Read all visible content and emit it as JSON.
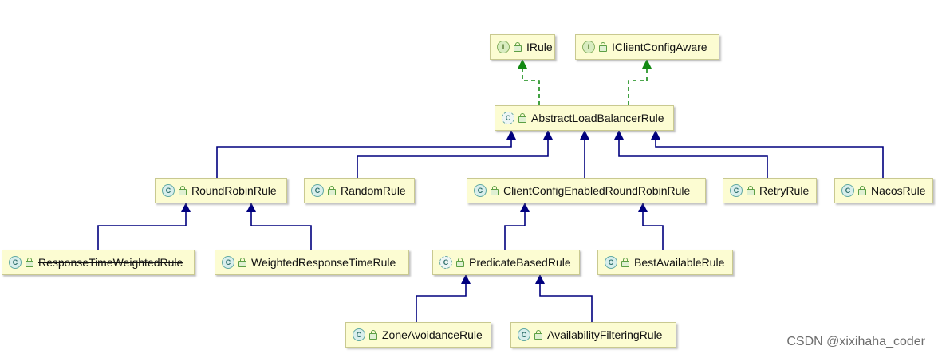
{
  "diagram": {
    "nodes": {
      "irule": {
        "label": "IRule",
        "kind": "interface",
        "kind_letter": "I"
      },
      "iclientconfigaware": {
        "label": "IClientConfigAware",
        "kind": "interface",
        "kind_letter": "I"
      },
      "abstractloadbalancerrule": {
        "label": "AbstractLoadBalancerRule",
        "kind": "abstract-class",
        "kind_letter": "C"
      },
      "roundrobinrule": {
        "label": "RoundRobinRule",
        "kind": "class",
        "kind_letter": "C"
      },
      "randomrule": {
        "label": "RandomRule",
        "kind": "class",
        "kind_letter": "C"
      },
      "clientconfigenabledroundrobinrule": {
        "label": "ClientConfigEnabledRoundRobinRule",
        "kind": "class",
        "kind_letter": "C"
      },
      "retryrule": {
        "label": "RetryRule",
        "kind": "class",
        "kind_letter": "C"
      },
      "nacosrule": {
        "label": "NacosRule",
        "kind": "class",
        "kind_letter": "C"
      },
      "responsetimeweightedrule": {
        "label": "ResponseTimeWeightedRule",
        "kind": "class",
        "kind_letter": "C",
        "deprecated": true
      },
      "weightedresponsetimerule": {
        "label": "WeightedResponseTimeRule",
        "kind": "class",
        "kind_letter": "C"
      },
      "predicatebasedrule": {
        "label": "PredicateBasedRule",
        "kind": "abstract-class",
        "kind_letter": "C"
      },
      "bestavailablerule": {
        "label": "BestAvailableRule",
        "kind": "class",
        "kind_letter": "C"
      },
      "zoneavoidancerule": {
        "label": "ZoneAvoidanceRule",
        "kind": "class",
        "kind_letter": "C"
      },
      "availabilityfilteringrule": {
        "label": "AvailabilityFilteringRule",
        "kind": "class",
        "kind_letter": "C"
      }
    },
    "edges": [
      {
        "from": "abstractloadbalancerrule",
        "to": "irule",
        "type": "implements"
      },
      {
        "from": "abstractloadbalancerrule",
        "to": "iclientconfigaware",
        "type": "implements"
      },
      {
        "from": "roundrobinrule",
        "to": "abstractloadbalancerrule",
        "type": "extends"
      },
      {
        "from": "randomrule",
        "to": "abstractloadbalancerrule",
        "type": "extends"
      },
      {
        "from": "clientconfigenabledroundrobinrule",
        "to": "abstractloadbalancerrule",
        "type": "extends"
      },
      {
        "from": "retryrule",
        "to": "abstractloadbalancerrule",
        "type": "extends"
      },
      {
        "from": "nacosrule",
        "to": "abstractloadbalancerrule",
        "type": "extends"
      },
      {
        "from": "responsetimeweightedrule",
        "to": "roundrobinrule",
        "type": "extends"
      },
      {
        "from": "weightedresponsetimerule",
        "to": "roundrobinrule",
        "type": "extends"
      },
      {
        "from": "predicatebasedrule",
        "to": "clientconfigenabledroundrobinrule",
        "type": "extends"
      },
      {
        "from": "bestavailablerule",
        "to": "clientconfigenabledroundrobinrule",
        "type": "extends"
      },
      {
        "from": "zoneavoidancerule",
        "to": "predicatebasedrule",
        "type": "extends"
      },
      {
        "from": "availabilityfilteringrule",
        "to": "predicatebasedrule",
        "type": "extends"
      }
    ],
    "colors": {
      "extends": "#00007f",
      "implements": "#138a13",
      "node_fill": "#fcfcd2",
      "node_border": "#c9c990"
    },
    "watermark": "CSDN @xixihaha_coder"
  }
}
